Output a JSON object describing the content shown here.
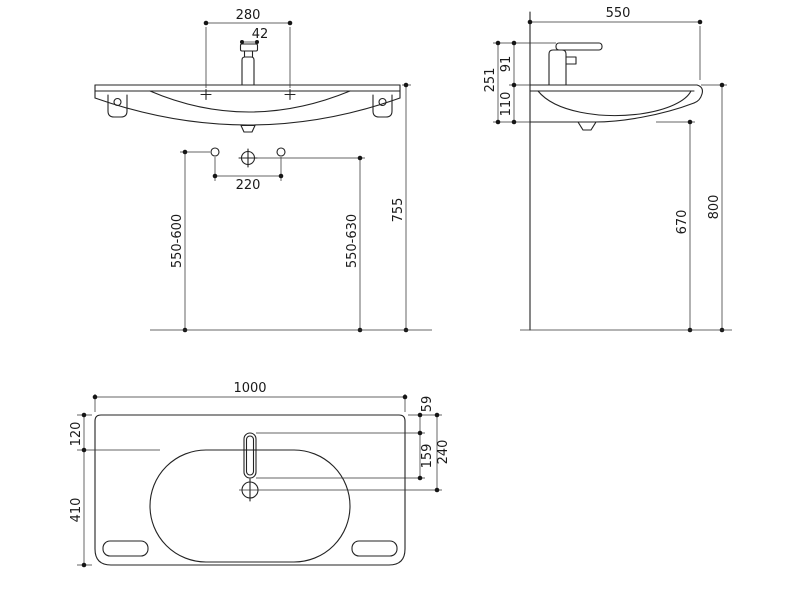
{
  "drawing_type": "washbasin-dimensional-drawing",
  "front_view": {
    "tap_holes_width": "280",
    "spout_offset": "42",
    "fixing_holes_spacing": "220",
    "install_range_left": "550-600",
    "install_range_right": "550-630",
    "total_height": "755"
  },
  "side_view": {
    "depth": "550",
    "tap_to_underside": "251",
    "rim_to_underside": "110",
    "tap_above_rim": "91",
    "floor_to_underside": "670",
    "floor_to_rim": "800"
  },
  "plan_view": {
    "width": "1000",
    "rear_to_slot": "59",
    "rear_to_bowl": "120",
    "slot_length": "159",
    "rear_to_drain": "240",
    "bowl_depth": "410"
  }
}
